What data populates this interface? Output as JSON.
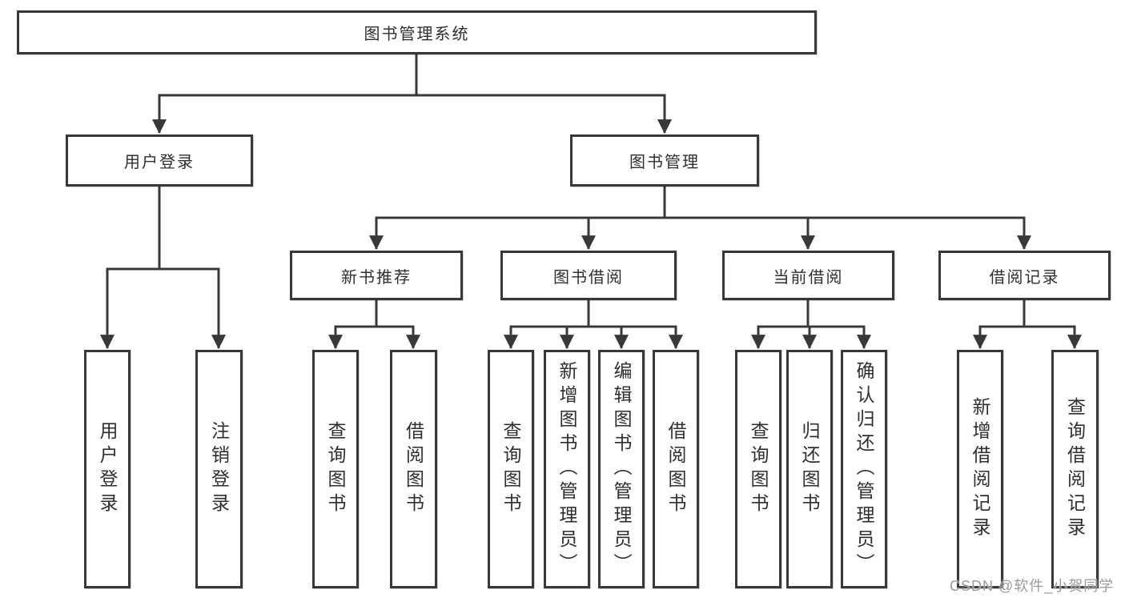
{
  "diagram": {
    "root": {
      "label": "图书管理系统",
      "children": [
        {
          "label": "用户登录",
          "children": [
            {
              "label": "用户登录"
            },
            {
              "label": "注销登录"
            }
          ]
        },
        {
          "label": "图书管理",
          "children": [
            {
              "label": "新书推荐",
              "children": [
                {
                  "label": "查询图书"
                },
                {
                  "label": "借阅图书"
                }
              ]
            },
            {
              "label": "图书借阅",
              "children": [
                {
                  "label": "查询图书"
                },
                {
                  "label": "新增图书（管理员）"
                },
                {
                  "label": "编辑图书（管理员）"
                },
                {
                  "label": "借阅图书"
                }
              ]
            },
            {
              "label": "当前借阅",
              "children": [
                {
                  "label": "查询图书"
                },
                {
                  "label": "归还图书"
                },
                {
                  "label": "确认归还（管理员）"
                }
              ]
            },
            {
              "label": "借阅记录",
              "children": [
                {
                  "label": "新增借阅记录"
                },
                {
                  "label": "查询借阅记录"
                }
              ]
            }
          ]
        }
      ]
    },
    "colors": {
      "line": "#383838",
      "box_border": "#383838",
      "text": "#2f2f2f",
      "background": "#ffffff",
      "watermark": "#9a9a9a"
    }
  },
  "watermark": {
    "text": "CSDN @软件_小贺同学"
  }
}
